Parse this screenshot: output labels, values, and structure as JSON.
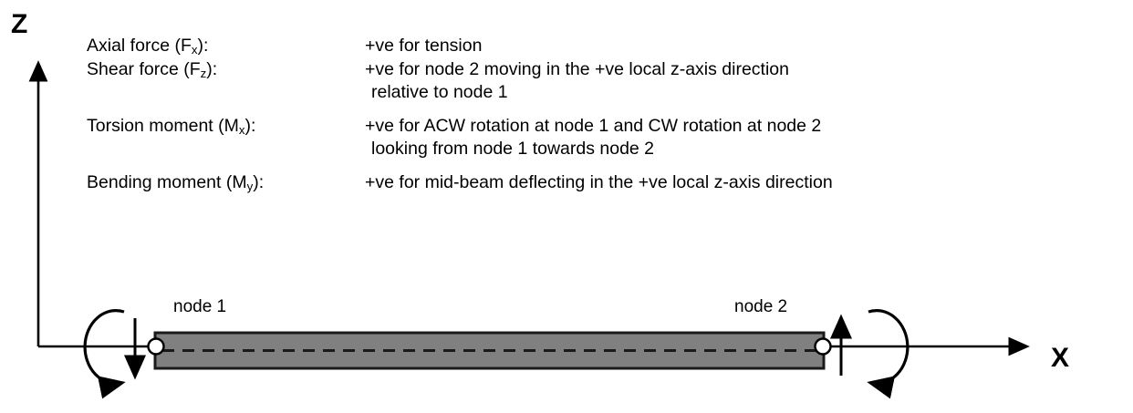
{
  "axes": {
    "z_label": "Z",
    "x_label": "X"
  },
  "legend": {
    "rows": [
      {
        "term": "Axial force (F",
        "term_sub": "x",
        "term_tail": "):",
        "definition": "+ve for tension",
        "continuation": ""
      },
      {
        "term": "Shear force (F",
        "term_sub": "z",
        "term_tail": "):",
        "definition": "+ve for node 2 moving in the +ve local z-axis direction",
        "continuation": "relative to node 1"
      },
      {
        "term": "Torsion moment (M",
        "term_sub": "x",
        "term_tail": "):",
        "definition": "+ve for ACW rotation at node 1 and CW rotation at node 2",
        "continuation": "looking from node 1 towards node 2"
      },
      {
        "term": "Bending moment (M",
        "term_sub": "y",
        "term_tail": "):",
        "definition": "+ve for mid-beam deflecting in the +ve local z-axis direction",
        "continuation": ""
      }
    ]
  },
  "diagram": {
    "node_1_label": "node 1",
    "node_2_label": "node 2",
    "beam_fill_color": "#808080",
    "beam_stroke_color": "#1a1a1a",
    "line_color": "#000000",
    "node_marker_fill": "#ffffff"
  }
}
